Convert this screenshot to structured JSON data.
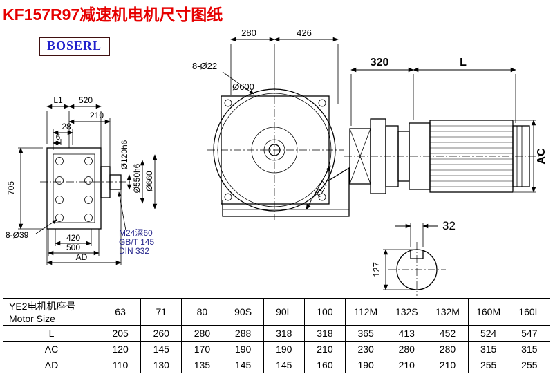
{
  "colors": {
    "title_red": "#e60000",
    "logo_blue": "#2222cc",
    "logo_border": "#401010",
    "line_black": "#000000",
    "note_blue": "#26268c"
  },
  "header": {
    "title": "KF157R97减速机电机尺寸图纸",
    "logo": "BOSERL"
  },
  "front_view_dims": {
    "l1": "L1",
    "d520": "520",
    "d210": "210",
    "d28": "28",
    "d6": "6",
    "d705": "705",
    "bolt39": "8-Ø39",
    "d420": "420",
    "d500": "500",
    "ad": "AD",
    "d120": "Ø120h6",
    "d550": "Ø550h6",
    "d660": "Ø660",
    "note1": "M24深60",
    "note2": "GB/T 145",
    "note3": "DIN 332"
  },
  "face_view_dims": {
    "d280": "280",
    "d426": "426",
    "bolt22": "8-Ø22",
    "d600": "Ø600",
    "angle": "71.7"
  },
  "side_view_dims": {
    "d320": "320",
    "l": "L",
    "ac": "AC"
  },
  "shaft_view_dims": {
    "d32": "32",
    "d127": "127"
  },
  "table": {
    "row_header_line1": "YE2电机机座号",
    "row_header_line2": "Motor Size",
    "columns": [
      "63",
      "71",
      "80",
      "90S",
      "90L",
      "100",
      "112M",
      "132S",
      "132M",
      "160M",
      "160L"
    ],
    "rows": [
      {
        "label": "L",
        "values": [
          "205",
          "260",
          "280",
          "288",
          "318",
          "318",
          "365",
          "413",
          "452",
          "524",
          "547"
        ]
      },
      {
        "label": "AC",
        "values": [
          "120",
          "145",
          "170",
          "190",
          "190",
          "210",
          "230",
          "280",
          "280",
          "315",
          "315"
        ]
      },
      {
        "label": "AD",
        "values": [
          "110",
          "130",
          "135",
          "145",
          "145",
          "160",
          "190",
          "210",
          "210",
          "255",
          "255"
        ]
      }
    ]
  }
}
